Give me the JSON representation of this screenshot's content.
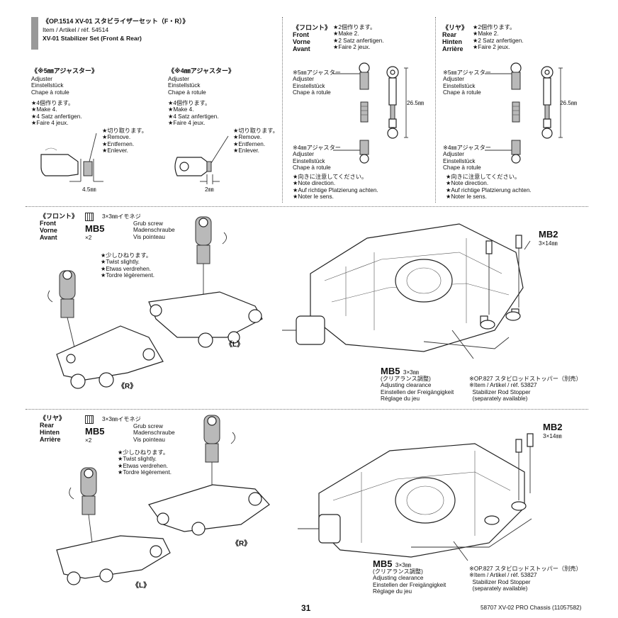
{
  "header": {
    "title_line1": "《OP.1514 XV-01 スタビライザーセット（F・R）》",
    "title_line2": "Item / Artikel / réf. 54514",
    "title_line3": "XV-01 Stabilizer Set (Front & Rear)"
  },
  "adj5": {
    "title": "《※5㎜アジャスター》",
    "name": "Adjuster\nEinstellstück\nChape à rotule",
    "make": "★4個作ります。\n★Make 4.\n★4 Satz anfertigen.\n★Faire 4 jeux.",
    "remove": "★切り取ります。\n★Remove.\n★Entfernen.\n★Enlever.",
    "dim": "4.5㎜"
  },
  "adj4": {
    "title": "《※4㎜アジャスター》",
    "name": "Adjuster\nEinstellstück\nChape à rotule",
    "make": "★4個作ります。\n★Make 4.\n★4 Satz anfertigen.\n★Faire 4 jeux.",
    "remove": "★切り取ります。\n★Remove.\n★Entfernen.\n★Enlever.",
    "dim": "2㎜"
  },
  "front_assembly": {
    "title": "《フロント》\nFront\nVorne\nAvant",
    "make": "★2個作ります。\n★Make 2.\n★2 Satz anfertigen.\n★Faire 2 jeux.",
    "adj5": "※5㎜アジャスター\nAdjuster\nEinstellstück\nChape à rotule",
    "adj4": "※4㎜アジャスター\nAdjuster\nEinstellstück\nChape à rotule",
    "note": "★向きに注意してください。\n★Note direction.\n★Auf richtige Platzierung achten.\n★Noter le sens.",
    "length": "26.5㎜"
  },
  "rear_assembly": {
    "title": "《リヤ》\nRear\nHinten\nArrière",
    "make": "★2個作ります。\n★Make 2.\n★2 Satz anfertigen.\n★Faire 2 jeux.",
    "adj5": "※5㎜アジャスター\nAdjuster\nEinstellstück\nChape à rotule",
    "adj4": "※4㎜アジャスター\nAdjuster\nEinstellstück\nChape à rotule",
    "note": "★向きに注意してください。\n★Note direction.\n★Auf richtige Platzierung achten.\n★Noter le sens.",
    "length": "26.5㎜"
  },
  "front_section": {
    "title": "《フロント》\nFront\nVorne\nAvant",
    "screw_code": "MB5",
    "screw_qty": "×2",
    "screw_size": "3×3㎜イモネジ",
    "screw_name": "Grub screw\nMadenschraube\nVis pointeau",
    "twist": "★少しひねります。\n★Twist slightly.\n★Etwas verdrehen.\n★Tordre légèrement.",
    "label_l": "《L》",
    "label_r": "《R》",
    "mb2_code": "MB2",
    "mb2_size": "3×14㎜",
    "mb5_code": "MB5",
    "mb5_size": "3×3㎜",
    "clearance": "(クリアランス調整)\nAdjusting clearance\nEinstellen der Freigängigkeit\nRéglage du jeu",
    "stopper": "※OP.827 スタビロッドストッパー（別売）\n※Item / Artikel / réf. 53827\n  Stabilizer Rod Stopper\n  (separately available)"
  },
  "rear_section": {
    "title": "《リヤ》\nRear\nHinten\nArrière",
    "screw_code": "MB5",
    "screw_qty": "×2",
    "screw_size": "3×3㎜イモネジ",
    "screw_name": "Grub screw\nMadenschraube\nVis pointeau",
    "twist": "★少しひねります。\n★Twist slightly.\n★Etwas verdrehen.\n★Tordre légèrement.",
    "label_l": "《L》",
    "label_r": "《R》",
    "mb2_code": "MB2",
    "mb2_size": "3×14㎜",
    "mb5_code": "MB5",
    "mb5_size": "3×3㎜",
    "clearance": "(クリアランス調整)\nAdjusting clearance\nEinstellen der Freigängigkeit\nRéglage du jeu",
    "stopper": "※OP.827 スタビロッドストッパー（別売）\n※Item / Artikel / réf. 53827\n  Stabilizer Rod Stopper\n  (separately available)"
  },
  "footer": {
    "page_number": "31",
    "product": "58707 XV-02 PRO Chassis (11057582)"
  }
}
